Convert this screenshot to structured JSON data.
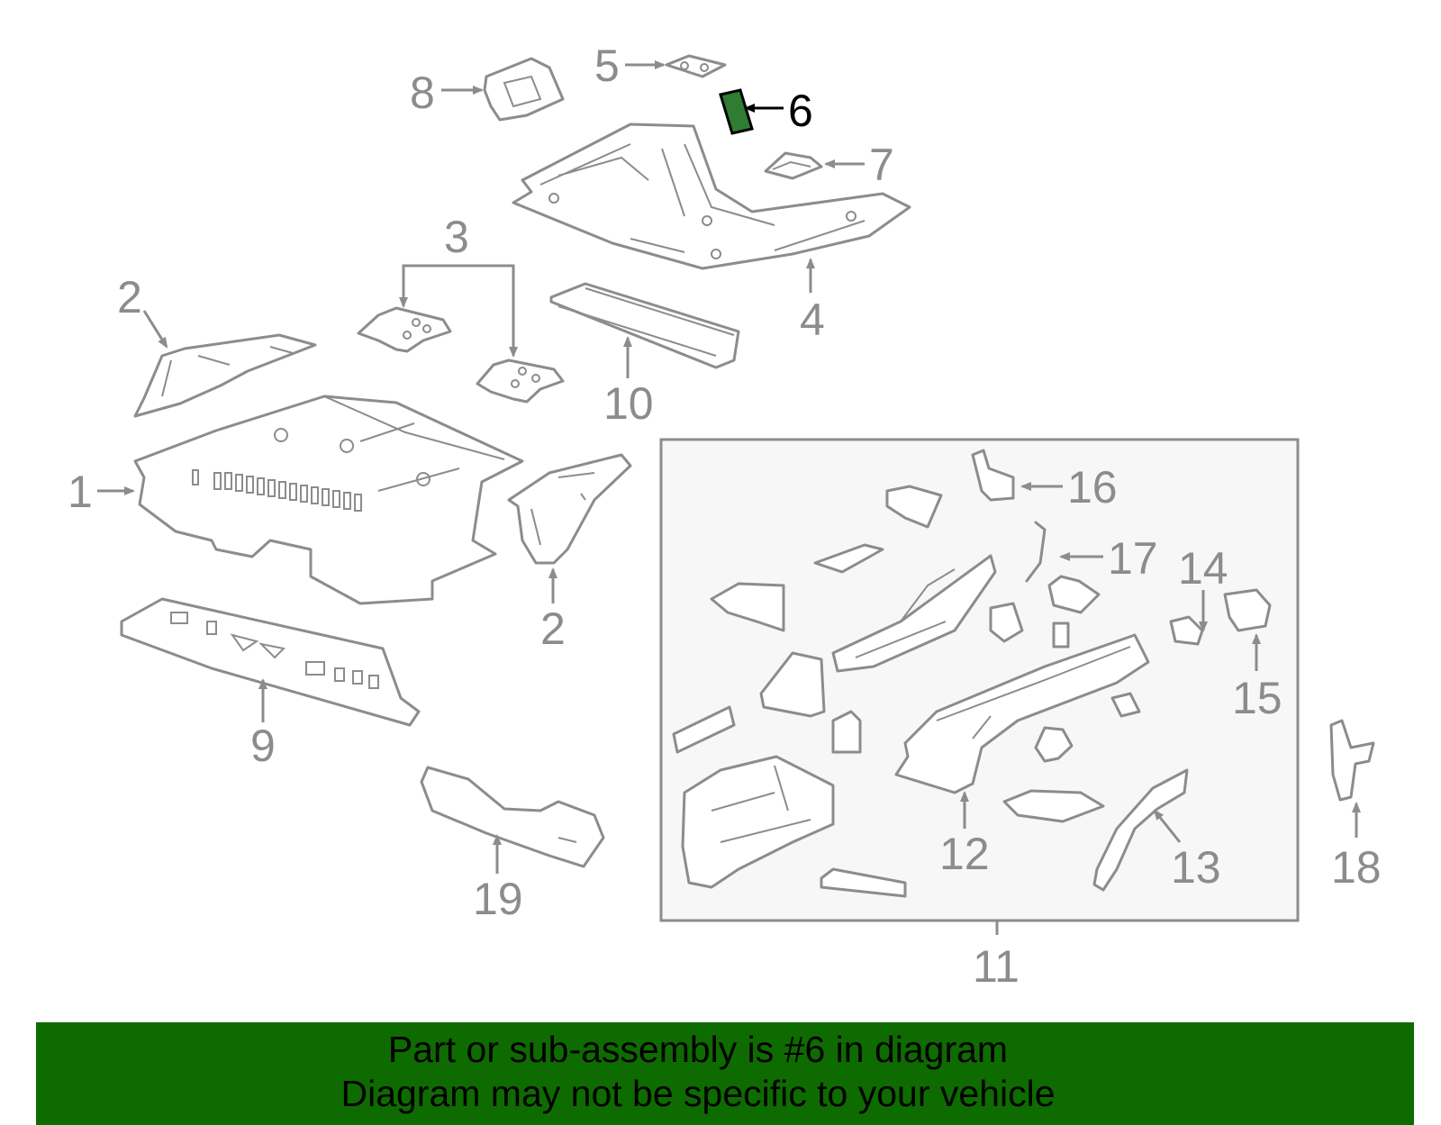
{
  "callouts": {
    "c1": "1",
    "c2a": "2",
    "c2b": "2",
    "c3": "3",
    "c4": "4",
    "c5": "5",
    "c6": "6",
    "c7": "7",
    "c8": "8",
    "c9": "9",
    "c10": "10",
    "c11": "11",
    "c12": "12",
    "c13": "13",
    "c14": "14",
    "c15": "15",
    "c16": "16",
    "c17": "17",
    "c18": "18",
    "c19": "19"
  },
  "highlight": {
    "part": "6",
    "color": "#2e7d32"
  },
  "banner": {
    "line1": "Part or sub-assembly is #6 in diagram",
    "line2": "Diagram may not be specific to your vehicle",
    "background": "#0e6b00"
  },
  "colors": {
    "line": "#8c8c8c",
    "highlight_text": "#000000"
  }
}
